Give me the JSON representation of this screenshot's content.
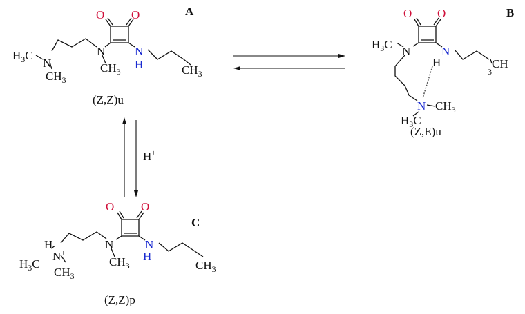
{
  "panels": {
    "a": {
      "label": "A",
      "caption": "(Z,Z)u",
      "atoms": {
        "o1": "O",
        "o2": "O",
        "h3c": "H",
        "three": "3",
        "c_after": "C",
        "n1": "N",
        "n2": "N",
        "ch3_c": "CH",
        "ch3_sub": "3",
        "n3": "N",
        "h": "H",
        "ch3b_c": "CH",
        "ch3b_sub": "3",
        "ch3c_c": "CH",
        "ch3c_sub": "3"
      }
    },
    "b": {
      "label": "B",
      "caption": "(Z,E)u",
      "atoms": {
        "o1": "O",
        "o2": "O",
        "h3c_h": "H",
        "h3c_sub": "3",
        "h3c_c": "C",
        "n1": "N",
        "n2": "N",
        "h": "H",
        "ch_c": "CH",
        "ch_sub": "3",
        "n3": "N",
        "ch3_c": "CH",
        "ch3_sub": "3",
        "h3c2_h": "H",
        "h3c2_sub": "3",
        "h3c2_c": "C"
      }
    },
    "c": {
      "label": "C",
      "caption": "(Z,Z)p",
      "atoms": {
        "o1": "O",
        "o2": "O",
        "h_top": "H",
        "h3c_h": "H",
        "h3c_sub": "3",
        "h3c_c": "C",
        "n1": "N",
        "plus": "+",
        "ch3a_c": "CH",
        "ch3a_sub": "3",
        "n2": "N",
        "ch3b_c": "CH",
        "ch3b_sub": "3",
        "n3": "N",
        "h": "H",
        "ch3c_c": "CH",
        "ch3c_sub": "3"
      }
    }
  },
  "arrows": {
    "acid_label": "H",
    "acid_charge": "+"
  },
  "colors": {
    "oxygen": "#d0103a",
    "nitrogen": "#1a2bd0",
    "bond": "#111111"
  }
}
